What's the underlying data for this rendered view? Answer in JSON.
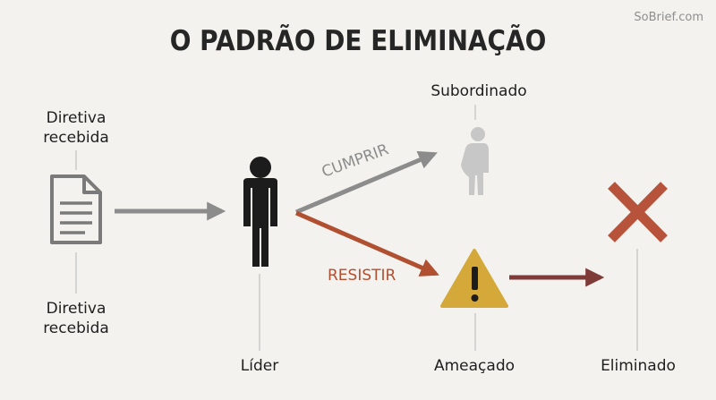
{
  "watermark": "SoBrief.com",
  "title": "O PADRÃO DE ELIMINAÇÃO",
  "nodes": {
    "directive_top": {
      "line1": "Diretiva",
      "line2": "recebida"
    },
    "directive_bottom": {
      "line1": "Diretiva",
      "line2": "recebida"
    },
    "leader": "Líder",
    "subordinate": "Subordinado",
    "threatened": "Ameaçado",
    "eliminated": "Eliminado"
  },
  "edges": {
    "comply": "CUMPRIR",
    "resist": "RESISTIR"
  },
  "colors": {
    "background": "#f3f2ee",
    "gray_arrow": "#8c8c8c",
    "resist_arrow": "#b14f31",
    "eliminate_arrow": "#7e3b38",
    "cross": "#b8533b",
    "warning": "#d4a93a",
    "figure_dark": "#1c1c1c",
    "figure_faded": "#c7c7c7"
  },
  "icons": [
    "document-icon",
    "leader-person-icon",
    "subordinate-person-icon",
    "warning-icon",
    "cross-icon"
  ]
}
